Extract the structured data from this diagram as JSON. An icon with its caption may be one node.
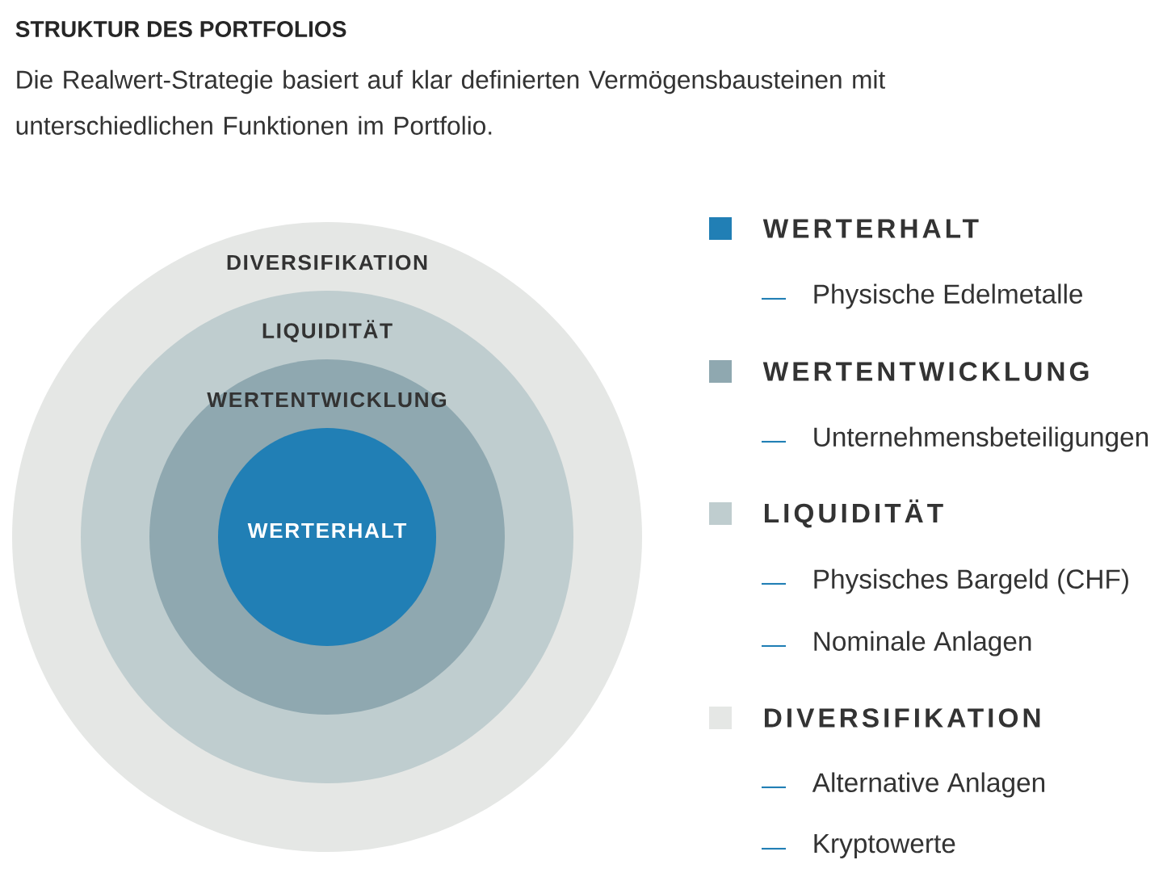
{
  "diagram": {
    "title": "STRUKTUR DES PORTFOLIOS",
    "nodes": [
      {
        "text": [
          "DIVERSIFIKATION"
        ]
      },
      {
        "text": [
          "LIQUIDITÄT"
        ],
        "in": 0
      },
      {
        "text": [
          "WERTENTWICKLUNG"
        ],
        "in": 1
      },
      {
        "text": [
          "WERTERHALT"
        ],
        "in": 2
      }
    ],
    "labels": [
      "Die Realwert-Strategie basiert auf klar definierten Vermögensbausteinen mit unterschiedlichen Funktionen im Portfolio.",
      "Physische Edelmetalle",
      "Unternehmensbeteiligungen",
      "Physisches Bargeld (CHF)",
      "Nominale Anlagen",
      "Alternative Anlagen",
      "Kryptowerte"
    ],
    "legend": [
      {
        "text": "WERTERHALT",
        "color": "#217fb5"
      },
      {
        "text": "WERTENTWICKLUNG",
        "color": "#8fa8b0"
      },
      {
        "text": "LIQUIDITÄT",
        "color": "#bfcdcf"
      },
      {
        "text": "DIVERSIFIKATION",
        "color": "#e5e7e5"
      }
    ]
  }
}
